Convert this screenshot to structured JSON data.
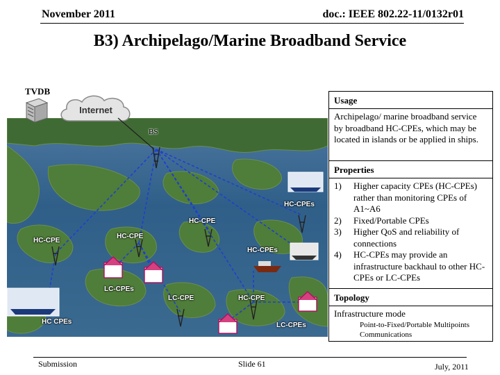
{
  "header": {
    "date": "November 2011",
    "doc": "doc.: IEEE 802.22-11/0132r01"
  },
  "title": "B3) Archipelago/Marine Broadband Service",
  "diagram": {
    "tvdb_label": "TVDB",
    "cloud_label": "Internet",
    "bs_label": "BS",
    "labels": {
      "hc_cpes_top_right": "HC-CPEs",
      "hc_cpe_center": "HC-CPE",
      "hc_cpe_left": "HC-CPE",
      "hc_cpe_mid_left": "HC-CPE",
      "hc_cpes_mid": "HC-CPEs",
      "lc_cpes_left": "LC-CPEs",
      "lc_cpe_bottom": "LC-CPE",
      "hc_cpe_bottom": "HC-CPE",
      "lc_cpes_bottom_right": "LC-CPEs",
      "hc_cpes_ship": "HC CPEs"
    }
  },
  "panel": {
    "usage_head": "Usage",
    "usage_text": "Archipelago/ marine broadband service by broadband HC-CPEs, which may be located in islands or be applied in ships.",
    "properties_head": "Properties",
    "properties": [
      {
        "num": "1)",
        "text": "Higher capacity CPEs (HC-CPEs) rather than monitoring CPEs of A1~A6"
      },
      {
        "num": "2)",
        "text": "Fixed/Portable CPEs"
      },
      {
        "num": "3)",
        "text": "Higher QoS and reliability of connections"
      },
      {
        "num": "4)",
        "text": "HC-CPEs may provide an infrastructure backhaul to other HC-CPEs or LC-CPEs"
      }
    ],
    "topology_head": "Topology",
    "topology_text": "Infrastructure mode",
    "topology_sub": "Point-to-Fixed/Portable Multipoints Communications"
  },
  "footer": {
    "left": "Submission",
    "center": "Slide 61",
    "right": "July, 2011"
  },
  "colors": {
    "water": "#3b6a90",
    "land": "#4f7d3a",
    "link_line": "#1f3fd0"
  }
}
